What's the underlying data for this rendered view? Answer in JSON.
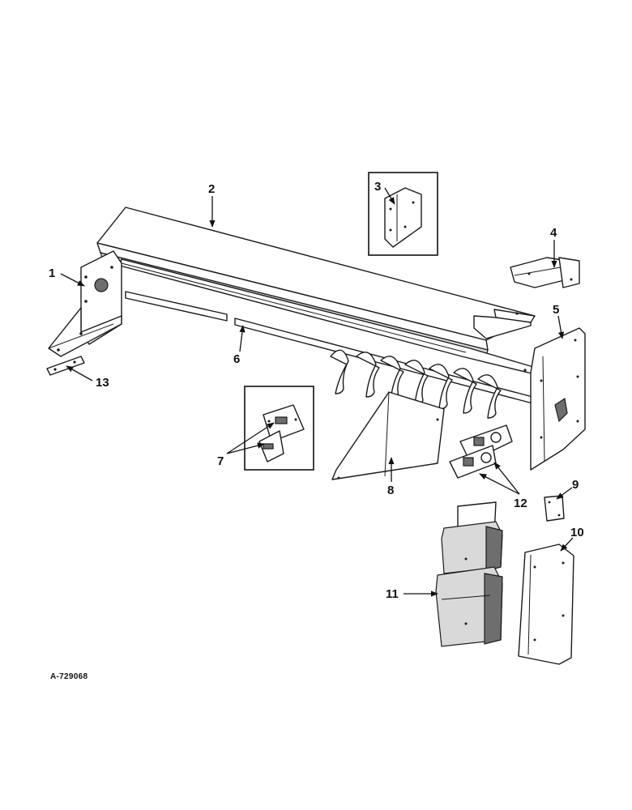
{
  "callouts": {
    "c1": "1",
    "c2": "2",
    "c3": "3",
    "c4": "4",
    "c5": "5",
    "c6": "6",
    "c7": "7",
    "c8": "8",
    "c9": "9",
    "c10": "10",
    "c11": "11",
    "c12": "12",
    "c13": "13"
  },
  "reference_code": "A-729068"
}
